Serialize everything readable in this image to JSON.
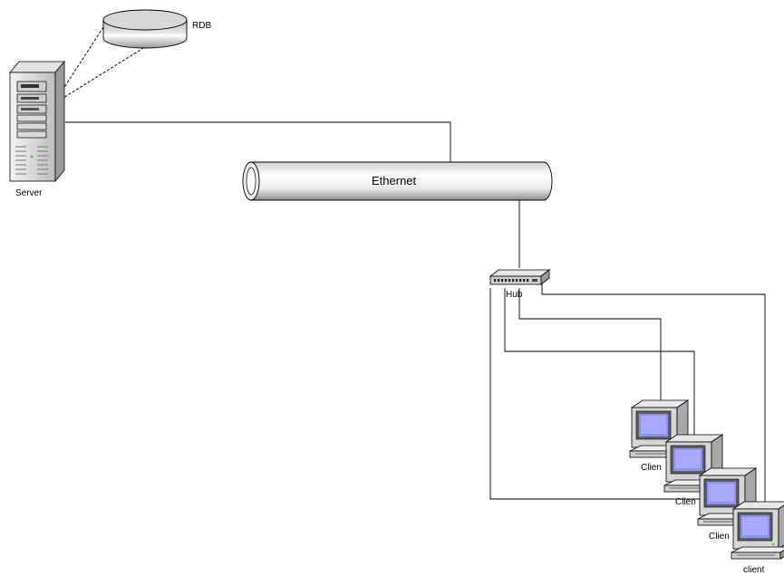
{
  "labels": {
    "rdb": "RDB",
    "server": "Server",
    "ethernet": "Ethernet",
    "hub": "Hub",
    "client1": "Clien",
    "client2": "Clien",
    "client3": "Clien",
    "client4": "client"
  },
  "colors": {
    "line": "#000000",
    "screen": "#8f8fff",
    "case_light": "#eeeeee",
    "case_mid": "#c8c8c8",
    "case_dark": "#7a7a7a",
    "led": "#33cc33"
  },
  "icons": [
    "database-icon",
    "server-tower-icon",
    "ethernet-cable-icon",
    "hub-icon",
    "computer-icon"
  ]
}
